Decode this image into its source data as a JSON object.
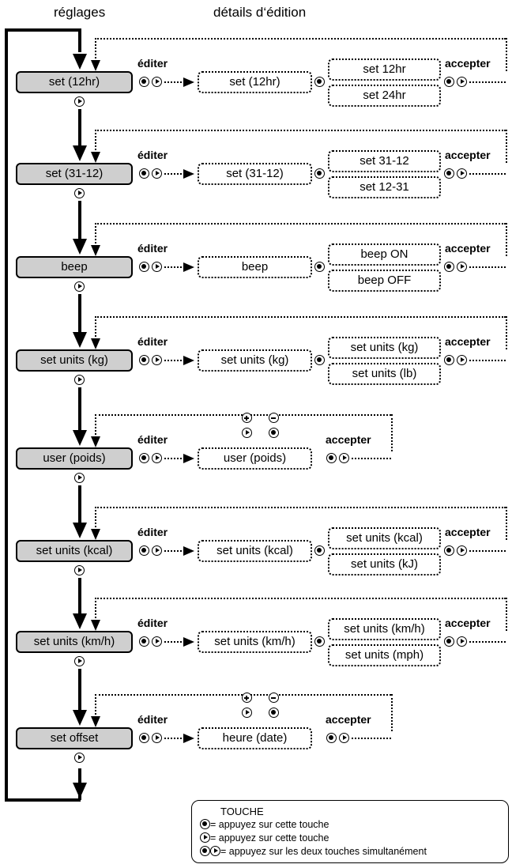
{
  "headers": {
    "left": "réglages",
    "right": "détails d‘édition"
  },
  "labels": {
    "edit": "éditer",
    "accept": "accepter"
  },
  "rows": [
    {
      "name": "set (12hr)",
      "detail": "set (12hr)",
      "options": [
        "set 12hr",
        "set 24hr"
      ]
    },
    {
      "name": "set (31-12)",
      "detail": "set (31-12)",
      "options": [
        "set 31-12",
        "set 12-31"
      ]
    },
    {
      "name": "beep",
      "detail": "beep",
      "options": [
        "beep ON",
        "beep OFF"
      ]
    },
    {
      "name": "set units (kg)",
      "detail": "set units (kg)",
      "options": [
        "set units (kg)",
        "set units (lb)"
      ]
    },
    {
      "name": "user (poids)",
      "detail": "user (poids)",
      "options": []
    },
    {
      "name": "set units (kcal)",
      "detail": "set units (kcal)",
      "options": [
        "set units (kcal)",
        "set units (kJ)"
      ]
    },
    {
      "name": "set units (km/h)",
      "detail": "set units (km/h)",
      "options": [
        "set units (km/h)",
        "set units (mph)"
      ]
    },
    {
      "name": "set offset",
      "detail": "heure (date)",
      "options": []
    }
  ],
  "legend": {
    "title": "TOUCHE",
    "items": [
      {
        "icon": "dot-button",
        "text": "= appuyez sur cette touche"
      },
      {
        "icon": "play-button",
        "text": "= appuyez sur cette touche"
      },
      {
        "icon": "dot-play-buttons",
        "text": "= appuyez sur les deux touches simultanément"
      }
    ]
  }
}
